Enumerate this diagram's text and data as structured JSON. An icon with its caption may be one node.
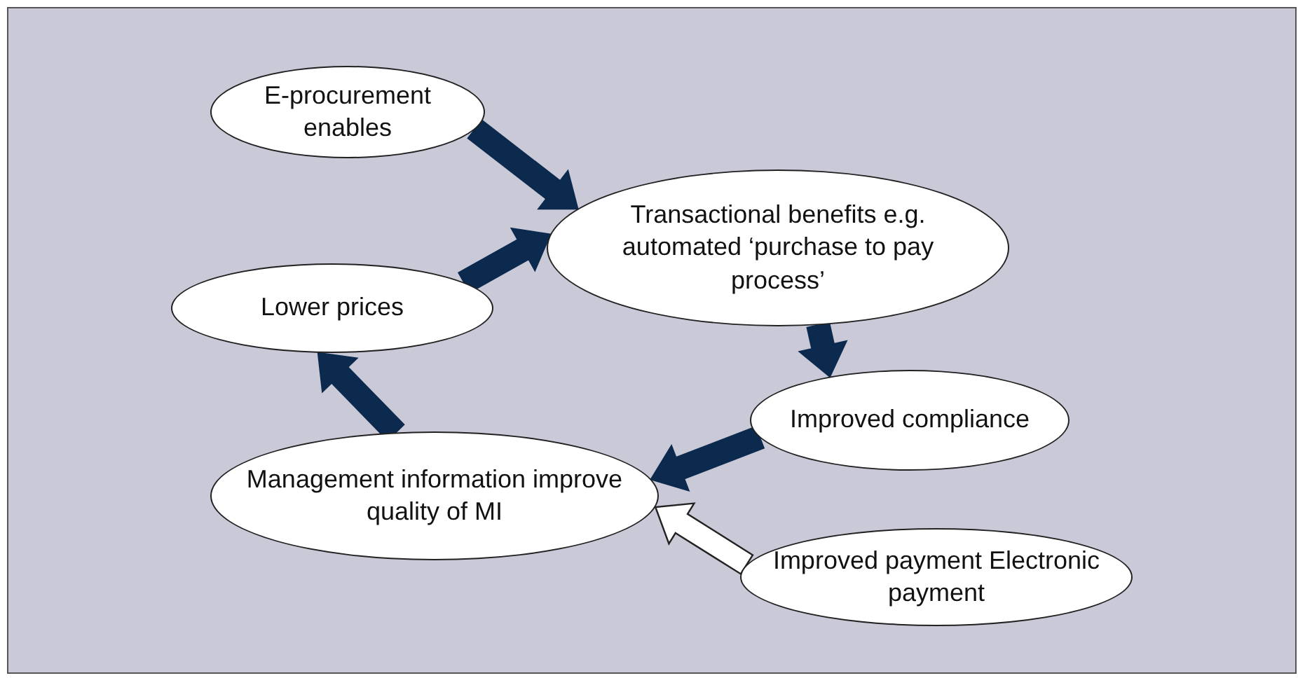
{
  "diagram": {
    "nodes": [
      {
        "text": [
          "E-procurement enables"
        ]
      },
      {
        "text": [
          "Transactional benefits e.g. automated ‘purchase to pay process’"
        ]
      },
      {
        "text": [
          "Lower prices"
        ]
      },
      {
        "text": [
          "Improved compliance"
        ]
      },
      {
        "text": [
          "Management information improve quality of MI"
        ]
      },
      {
        "text": [
          "Improved payment Electronic payment"
        ]
      }
    ],
    "edges": [
      {
        "from": 0,
        "to": 1,
        "arrow": "to"
      },
      {
        "from": 2,
        "to": 1,
        "arrow": "to"
      },
      {
        "from": 1,
        "to": 3,
        "arrow": "to"
      },
      {
        "from": 3,
        "to": 4,
        "arrow": "to"
      },
      {
        "from": 4,
        "to": 2,
        "arrow": "to"
      },
      {
        "from": 5,
        "to": 4,
        "arrow": "to",
        "color": "#ffffff"
      }
    ]
  }
}
